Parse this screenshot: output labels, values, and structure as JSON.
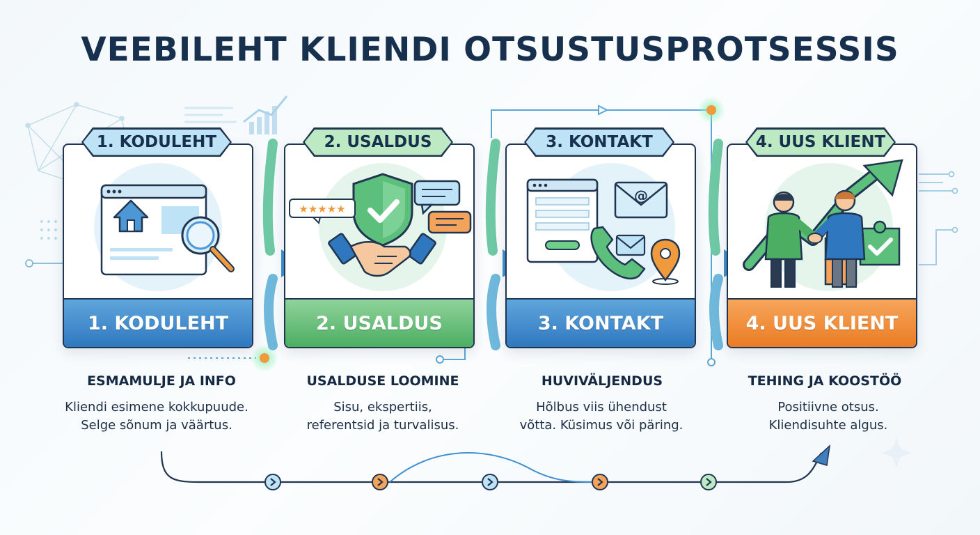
{
  "title": "VEEBILEHT KLIENDI OTSUSTUSPROTSESSIS",
  "steps": [
    {
      "tag": "1. KODULEHT",
      "band": "1. KODULEHT",
      "heading": "ESMAMULJE JA INFO",
      "desc": [
        "Kliendi esimene kokkupuude.",
        "Selge sõnum ja väärtus."
      ],
      "icons": [
        "browser-window-icon",
        "home-icon",
        "magnifier-icon"
      ]
    },
    {
      "tag": "2. USALDUS",
      "band": "2. USALDUS",
      "heading": "USALDUSE LOOMINE",
      "desc": [
        "Sisu, ekspertiis,",
        "referentsid ja turvalisus."
      ],
      "rating": "★★★★★",
      "icons": [
        "shield-check-icon",
        "rating-stars-icon",
        "chat-bubble-icon",
        "handshake-icon"
      ]
    },
    {
      "tag": "3. KONTAKT",
      "band": "3. KONTAKT",
      "heading": "HUVIVÄLJENDUS",
      "desc": [
        "Hõlbus viis ühendust",
        "võtta. Küsimus või päring."
      ],
      "email_symbol": "@",
      "icons": [
        "contact-form-icon",
        "email-icon",
        "phone-icon",
        "envelope-icon",
        "location-pin-icon"
      ]
    },
    {
      "tag": "4. UUS KLIENT",
      "band": "4. UUS KLIENT",
      "heading": "TEHING JA KOOSTÖÖ",
      "desc": [
        "Positiivne otsus.",
        "Kliendisuhte algus."
      ],
      "icons": [
        "growth-arrow-icon",
        "business-handshake-icon",
        "puzzle-check-icon"
      ]
    }
  ],
  "colors": {
    "navy": "#1f3550",
    "blue": "#2f78c0",
    "green": "#4cae62",
    "orange": "#ea7c24",
    "light_blue": "#bfe3f6",
    "light_green": "#bde9c3"
  }
}
